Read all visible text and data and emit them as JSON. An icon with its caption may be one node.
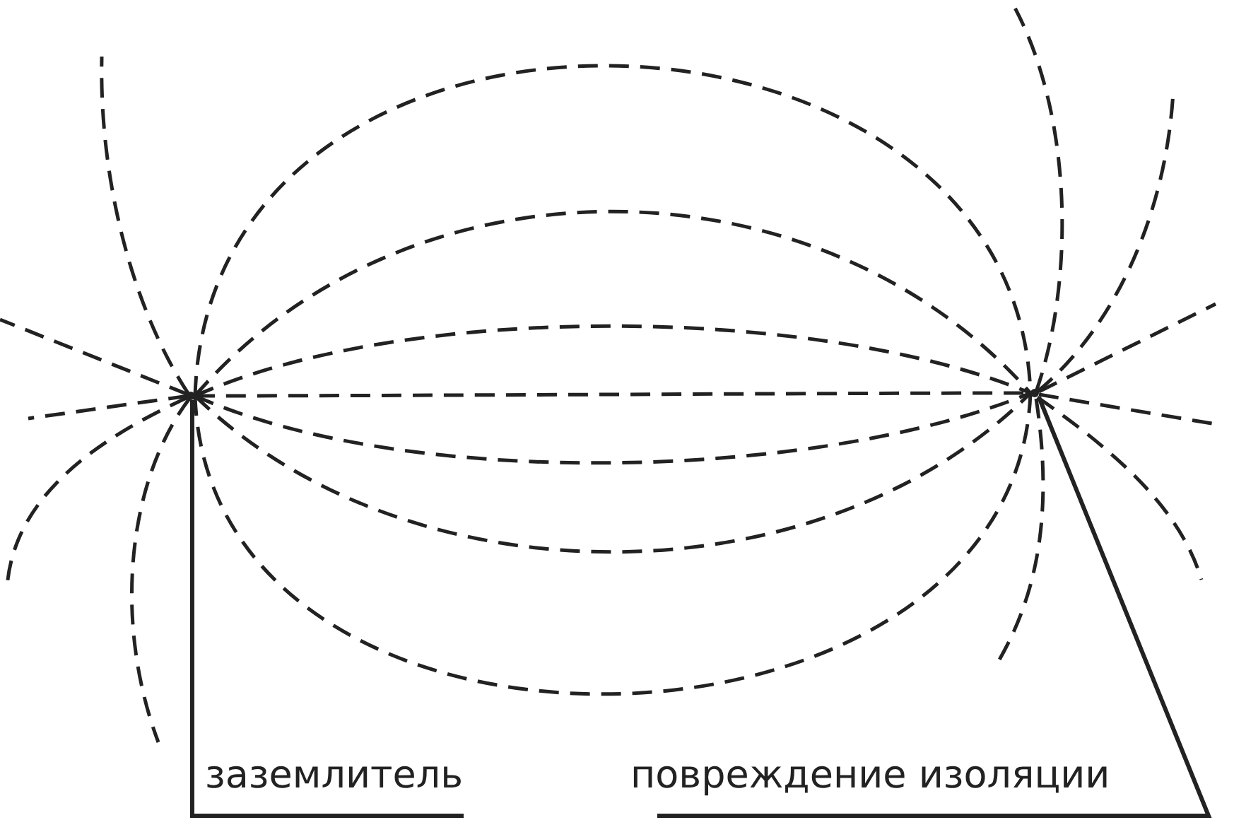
{
  "diagram": {
    "nodes": [
      {
        "text": [
          "заземлитель"
        ]
      },
      {
        "text": [
          "повреждение изоляции"
        ]
      },
      {
        "text": [],
        "shape": "point"
      },
      {
        "text": [],
        "shape": "point"
      }
    ],
    "edges": [
      {
        "from": 0,
        "to": 2,
        "arrow": "none"
      },
      {
        "from": 1,
        "to": 3,
        "arrow": "none"
      },
      {
        "from": 2,
        "to": 3,
        "arrow": "none",
        "style": "dashed"
      },
      {
        "from": 2,
        "to": 3,
        "arrow": "none",
        "style": "dashed"
      },
      {
        "from": 2,
        "to": 3,
        "arrow": "none",
        "style": "dashed"
      },
      {
        "from": 2,
        "to": 3,
        "arrow": "none",
        "style": "dashed"
      },
      {
        "from": 2,
        "to": 3,
        "arrow": "none",
        "style": "dashed"
      },
      {
        "from": 2,
        "to": 3,
        "arrow": "none",
        "style": "dashed"
      },
      {
        "from": 2,
        "to": 3,
        "arrow": "none",
        "style": "dashed"
      }
    ]
  }
}
